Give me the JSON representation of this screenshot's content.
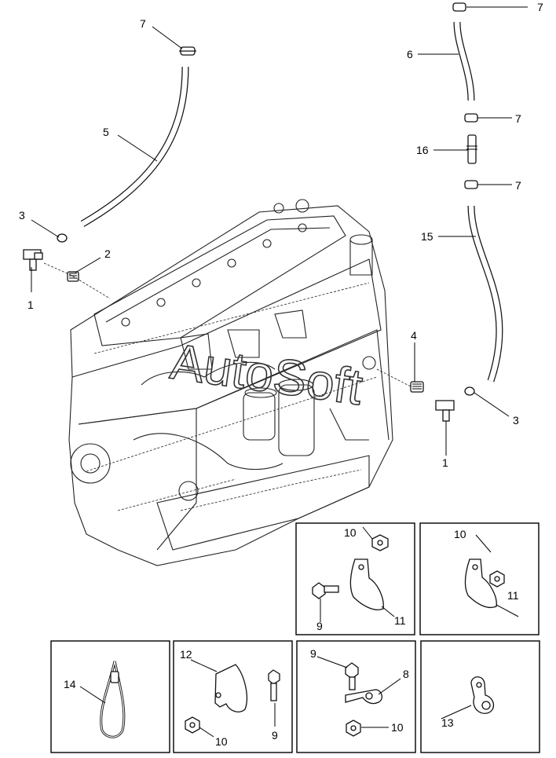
{
  "watermark": "AutoSoft",
  "callouts": {
    "c1_left": "1",
    "c2": "2",
    "c3_left": "3",
    "c5": "5",
    "c7_top_left": "7",
    "c7_top_right": "7",
    "c6": "6",
    "c7_mid1": "7",
    "c16": "16",
    "c7_mid2": "7",
    "c15": "15",
    "c4": "4",
    "c3_right": "3",
    "c1_right": "1",
    "box1_10": "10",
    "box1_9": "9",
    "box1_11": "11",
    "box2_10": "10",
    "box2_11": "11",
    "box3_14": "14",
    "box4_12": "12",
    "box4_9": "9",
    "box4_10": "10",
    "box5_9": "9",
    "box5_8": "8",
    "box5_10": "10",
    "box6_13": "13"
  }
}
